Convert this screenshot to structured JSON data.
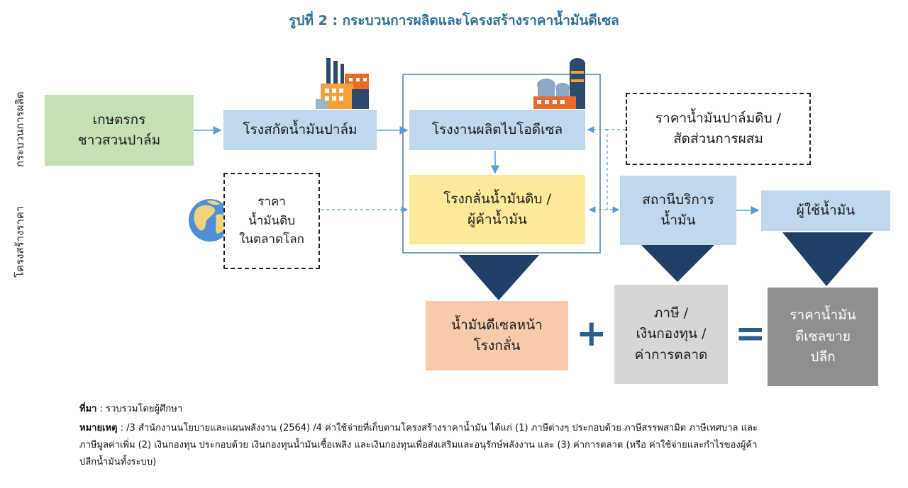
{
  "title": "รูปที่ 2 : กระบวนการผลิตและโครงสร้างราคาน้ำมันดีเซล",
  "side_labels": {
    "production": "กระบวนการผลิต",
    "price": "โครงสร้างราคา"
  },
  "boxes": {
    "farmer_line1": "เกษตรกร",
    "farmer_line2": "ชาวสวนปาล์ม",
    "palm_mill": "โรงสกัดน้ำมันปาล์ม",
    "biodiesel": "โรงงานผลิตไบโอดีเซล",
    "cpo_line1": "ราคาน้ำมันปาล์มดิบ /",
    "cpo_line2": "สัดส่วนการผสม",
    "world_line1": "ราคา",
    "world_line2": "น้ำมันดิบ",
    "world_line3": "ในตลาดโลก",
    "refinery_line1": "โรงกลั่นน้ำมันดิบ /",
    "refinery_line2": "ผู้ค้าน้ำมัน",
    "station_line1": "สถานีบริการ",
    "station_line2": "น้ำมัน",
    "user": "ผู้ใช้น้ำมัน",
    "exrefinery_line1": "น้ำมันดีเซลหน้า",
    "exrefinery_line2": "โรงกลั่น",
    "tax_line1": "ภาษี /",
    "tax_line2": "เงินกองทุน /",
    "tax_line3": "ค่าการตลาด",
    "retail_line1": "ราคาน้ำมัน",
    "retail_line2": "ดีเซลขาย",
    "retail_line3": "ปลีก"
  },
  "operators": {
    "plus": "+",
    "equals": "="
  },
  "notes": {
    "source_label": "ที่มา",
    "source_text": " : รวบรวมโดยผู้ศึกษา",
    "remark_label": "หมายเหตุ",
    "remark_line1": " : /3 สำนักงานนโยบายและแผนพลังงาน (2564)  /4 ค่าใช้จ่ายที่เก็บตามโครงสร้างราคาน้ำมัน ได้แก่ (1) ภาษีต่างๆ ประกอบด้วย ภาษีสรรพสามิต ภาษีเทศบาล และ",
    "remark_line2": "ภาษีมูลค่าเพิ่ม (2) เงินกองทุน ประกอบด้วย เงินกองทุนน้ำมันเชื้อเพลิง และเงินกองทุนเพื่อส่งเสริมและอนุรักษ์พลังงาน และ (3) ค่าการตลาด (หรือ ค่าใช้จ่ายและกำไรของผู้ค้า",
    "remark_line3": "ปลีกน้ำมันทั้งระบบ)"
  },
  "colors": {
    "arrow": "#5b9bd5",
    "triangle": "#1f3f66",
    "title": "#2f6f96",
    "operator": "#2c5e8c"
  },
  "icons": [
    "factory-icon",
    "refinery-plant-icon",
    "globe-icon"
  ]
}
